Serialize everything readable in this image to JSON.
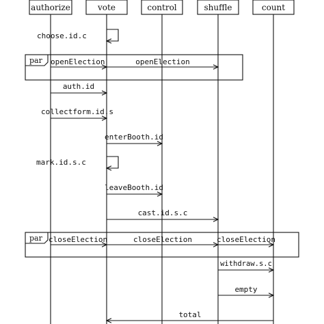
{
  "participants": [
    "authorize",
    "vote",
    "control",
    "shuffle",
    "count"
  ],
  "frames": [
    {
      "operator": "par"
    },
    {
      "operator": "par"
    }
  ],
  "messages": [
    {
      "label": "choose.id.c"
    },
    {
      "label": "openElection"
    },
    {
      "label": "openElection"
    },
    {
      "label": "auth.id"
    },
    {
      "label": "collectform.id.s"
    },
    {
      "label": "enterBooth.id"
    },
    {
      "label": "mark.id.s.c"
    },
    {
      "label": "leaveBooth.id"
    },
    {
      "label": "cast.id.s.c"
    },
    {
      "label": "closeElection"
    },
    {
      "label": "closeElection"
    },
    {
      "label": "closeElection"
    },
    {
      "label": "withdraw.s.c"
    },
    {
      "label": "empty"
    },
    {
      "label": "total"
    }
  ]
}
